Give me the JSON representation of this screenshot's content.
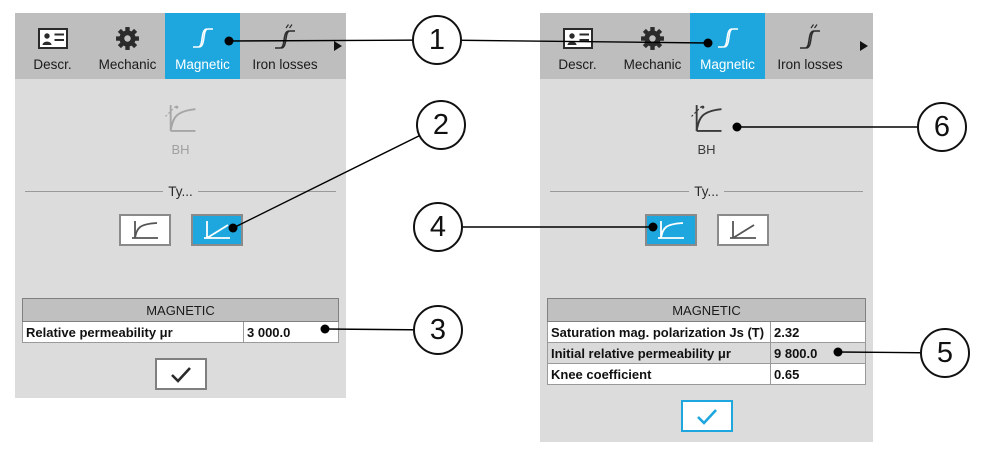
{
  "colors": {
    "accent": "#1EA7DF",
    "tabbar_bg": "#BEBEBE",
    "panel_bg": "#DCDCDC",
    "table_header_bg": "#C0C0C0",
    "highlight_row_bg": "#DADADA"
  },
  "tab_labels": [
    "Descr.",
    "Mechanic",
    "Magnetic",
    "Iron losses"
  ],
  "active_tab": "Magnetic",
  "icons": {
    "descr": "id-card-icon",
    "mechanic": "gear-icon",
    "magnetic": "hysteresis-curve-icon",
    "iron_losses": "iron-losses-curve-icon",
    "overflow": "right-arrow-icon",
    "bh": "bh-curve-icon",
    "nonlinear": "saturation-curve-icon",
    "linear": "linear-curve-icon",
    "ok": "checkmark-icon",
    "connector": "callout-dot"
  },
  "left_panel": {
    "bh_label": "BH",
    "bh_enabled": false,
    "type_label": "Ty...",
    "selected_curve": "linear",
    "table": {
      "header": "MAGNETIC",
      "rows": [
        {
          "label": "Relative permeability μr",
          "value": "3 000.0"
        }
      ]
    }
  },
  "right_panel": {
    "bh_label": "BH",
    "bh_enabled": true,
    "type_label": "Ty...",
    "selected_curve": "nonlinear",
    "table": {
      "header": "MAGNETIC",
      "rows": [
        {
          "label": "Saturation mag. polarization Js (T)",
          "value": "2.32"
        },
        {
          "label": "Initial relative permeability μr",
          "value": "9 800.0"
        },
        {
          "label": "Knee coefficient",
          "value": "0.65"
        }
      ]
    }
  },
  "callouts": [
    "1",
    "2",
    "3",
    "4",
    "5",
    "6"
  ]
}
